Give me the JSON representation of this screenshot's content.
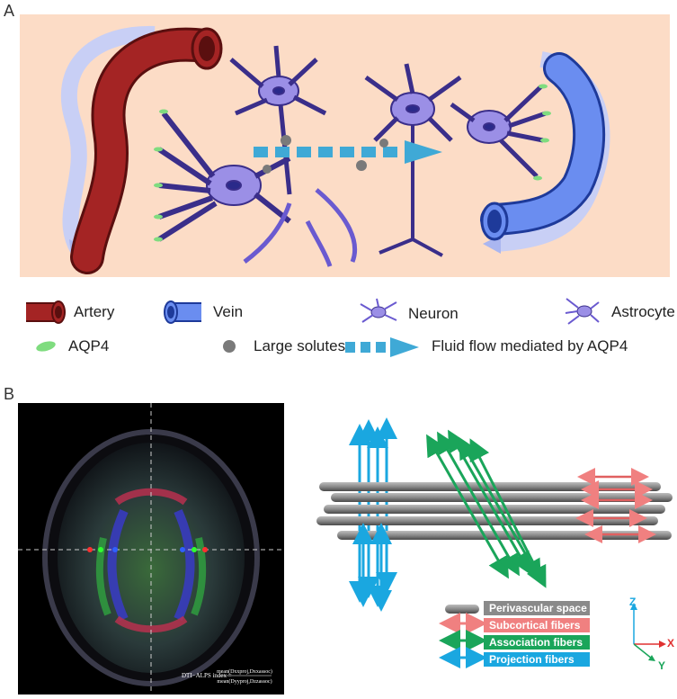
{
  "panels": {
    "a": "A",
    "b": "B"
  },
  "legend": {
    "artery": "Artery",
    "vein": "Vein",
    "neuron": "Neuron",
    "astrocyte": "Astrocyte",
    "aqp4": "AQP4",
    "large_solutes": "Large solutes",
    "fluid_flow": "Fluid flow mediated by AQP4"
  },
  "fiber_key": {
    "perivascular": "Perivascular space",
    "subcortical": "Subcortical fibers",
    "association": "Association fibers",
    "projection": "Projection fibers"
  },
  "axes": {
    "z": "Z",
    "x": "X",
    "y": "Y"
  },
  "formula": {
    "lhs": "DTI−ALPS index =",
    "numerator": "mean(Dxxproj,Dxxassoc)",
    "denominator": "mean(Dyyproj,Dzzassoc)"
  },
  "colors": {
    "panel_bg": "#fcdcc6",
    "artery": "#8b1a1a",
    "vein": "#5b7fe0",
    "cell": "#9b8fe6",
    "flow_arrow": "#3fa9d6",
    "aqp4": "#7fdc7f",
    "perivascular": "#8a8a8a",
    "subcortical": "#f08080",
    "association": "#1aa55a",
    "projection": "#1aa7e0"
  }
}
